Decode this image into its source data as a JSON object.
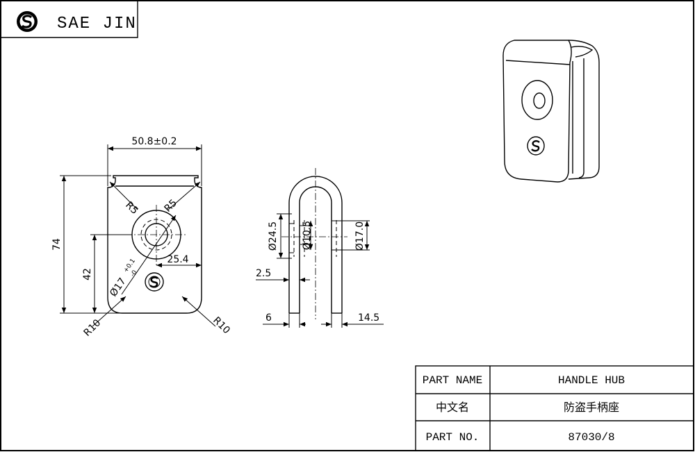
{
  "brand": {
    "name": "SAE JIN",
    "logo_icon": "saejin-logo-icon"
  },
  "drawing": {
    "front_view": {
      "width": "50.8±0.2",
      "height": "74",
      "hole_height": "42",
      "hole_offset": "25.4",
      "radius_top_left": "R5",
      "radius_top_right": "R5",
      "radius_bottom_left": "R10",
      "radius_bottom_right": "R10",
      "hole_diameter": "Ø17",
      "hole_tol_upper": "+0.1",
      "hole_tol_lower": "-0"
    },
    "side_view": {
      "dia_outer": "Ø24.5",
      "dia_inner": "Ø10.5",
      "dia_right": "Ø17.0",
      "thickness": "2.5",
      "left_width": "6",
      "right_width": "14.5"
    }
  },
  "title_block": {
    "part_name_label": "PART NAME",
    "part_name_value": "HANDLE HUB",
    "chinese_label": "中文名",
    "chinese_value": "防盗手柄座",
    "part_no_label": "PART NO.",
    "part_no_value": "87030/8"
  }
}
